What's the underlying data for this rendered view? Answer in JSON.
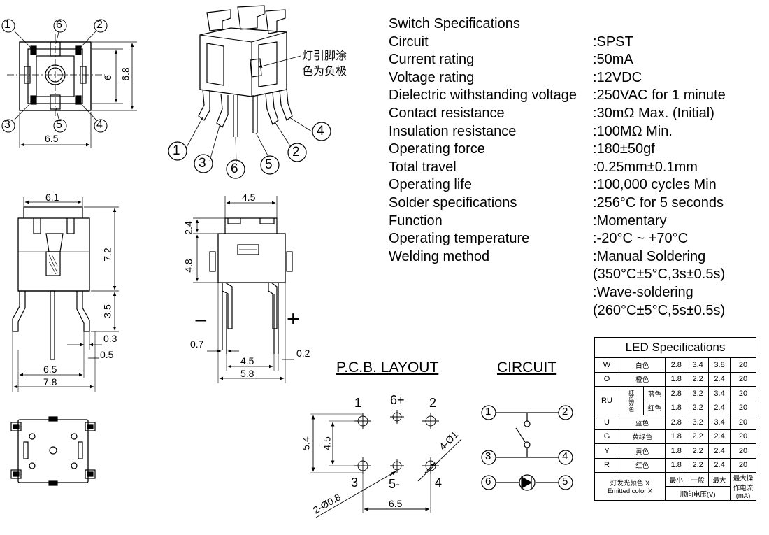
{
  "spec": {
    "title": "Switch Specifications",
    "rows": [
      {
        "label": "Circuit",
        "value": ":SPST"
      },
      {
        "label": "Current rating",
        "value": ":50mA"
      },
      {
        "label": "Voltage rating",
        "value": ":12VDC"
      },
      {
        "label": "Dielectric withstanding voltage",
        "value": ":250VAC for 1 minute"
      },
      {
        "label": "Contact resistance",
        "value": ":30mΩ  Max. (Initial)"
      },
      {
        "label": "Insulation resistance",
        "value": ":100MΩ  Min."
      },
      {
        "label": "Operating force",
        "value": ":180±50gf"
      },
      {
        "label": "Total travel",
        "value": ":0.25mm±0.1mm"
      },
      {
        "label": "Operating life",
        "value": ":100,000 cycles Min"
      },
      {
        "label": "Solder specifications",
        "value": ":256°C for 5 seconds"
      },
      {
        "label": "Function",
        "value": ":Momentary"
      },
      {
        "label": "Operating temperature",
        "value": ":-20°C ~ +70°C"
      },
      {
        "label": "Welding method",
        "value": ":Manual Soldering"
      },
      {
        "label": "",
        "value": "(350°C±5°C,3s±0.5s)"
      },
      {
        "label": "",
        "value": ":Wave-soldering"
      },
      {
        "label": "",
        "value": "(260°C±5°C,5s±0.5s)"
      }
    ]
  },
  "led": {
    "title": "LED Specifications",
    "ru_group": "红蓝双色",
    "rows": [
      {
        "code": "W",
        "color": "白色",
        "min": "2.8",
        "typ": "3.4",
        "max": "3.8",
        "cur": "20"
      },
      {
        "code": "O",
        "color": "橙色",
        "min": "1.8",
        "typ": "2.2",
        "max": "2.4",
        "cur": "20"
      },
      {
        "code": "RU",
        "color": "蓝色",
        "min": "2.8",
        "typ": "3.2",
        "max": "3.4",
        "cur": "20"
      },
      {
        "code": "",
        "color": "红色",
        "min": "1.8",
        "typ": "2.2",
        "max": "2.4",
        "cur": "20"
      },
      {
        "code": "U",
        "color": "蓝色",
        "min": "2.8",
        "typ": "3.2",
        "max": "3.4",
        "cur": "20"
      },
      {
        "code": "G",
        "color": "黄绿色",
        "min": "1.8",
        "typ": "2.2",
        "max": "2.4",
        "cur": "20"
      },
      {
        "code": "Y",
        "color": "黄色",
        "min": "1.8",
        "typ": "2.2",
        "max": "2.4",
        "cur": "20"
      },
      {
        "code": "R",
        "color": "红色",
        "min": "1.8",
        "typ": "2.2",
        "max": "2.4",
        "cur": "20"
      }
    ],
    "footer": {
      "label_cn": "灯发光颜色 X",
      "label_en": "Emitted color X",
      "min": "最小",
      "typ": "一般",
      "max": "最大",
      "voltage": "顺向电压(V)",
      "current": "最大操作电流(mA)"
    }
  },
  "labels": {
    "pcb_title": "P.C.B. LAYOUT",
    "circuit_title": "CIRCUIT",
    "led_note_line1": "灯引脚涂",
    "led_note_line2": "色为负极",
    "minus": "−",
    "plus": "+"
  },
  "pins": [
    "1",
    "2",
    "3",
    "4",
    "5",
    "6",
    "6+",
    "5-"
  ],
  "dims": {
    "top_width": "6.5",
    "top_height_inner": "6",
    "top_height_outer": "6.8",
    "side_top": "6.1",
    "side_height": "7.2",
    "side_pin": "3.5",
    "side_pin_w": "0.3",
    "side_pin_t": "0.5",
    "side_bottom_inner": "6.5",
    "side_bottom_outer": "7.8",
    "front_top": "4.5",
    "front_upper": "2.4",
    "front_body": "4.8",
    "front_pin_left": "0.7",
    "front_pin_right": "0.2",
    "front_bottom_inner": "4.5",
    "front_bottom_outer": "5.8",
    "pcb_height_outer": "5.4",
    "pcb_height_inner": "4.5",
    "pcb_width": "6.5",
    "pcb_hole1": "4-Ø1",
    "pcb_hole2": "2-Ø0.8"
  }
}
